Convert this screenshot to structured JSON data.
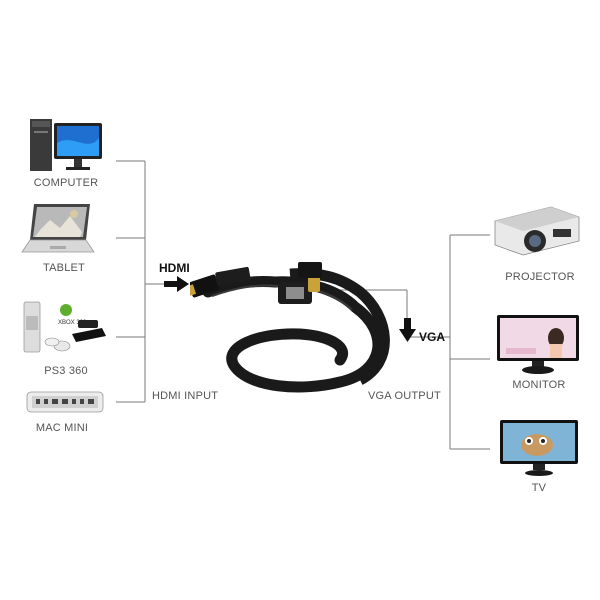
{
  "inputs": [
    {
      "name": "COMPUTER"
    },
    {
      "name": "TABLET"
    },
    {
      "name": "PS3 360"
    },
    {
      "name": "MAC MINI"
    }
  ],
  "outputs": [
    {
      "name": "PROJECTOR"
    },
    {
      "name": "MONITOR"
    },
    {
      "name": "TV"
    }
  ],
  "hdmi_label": "HDMI",
  "vga_label": "VGA",
  "hdmi_input_label": "HDMI INPUT",
  "vga_output_label": "VGA OUTPUT",
  "xbox_text": "XBOX 360",
  "colors": {
    "line": "#777777",
    "cable": "#1a1a1a",
    "arrow": "#111111"
  }
}
